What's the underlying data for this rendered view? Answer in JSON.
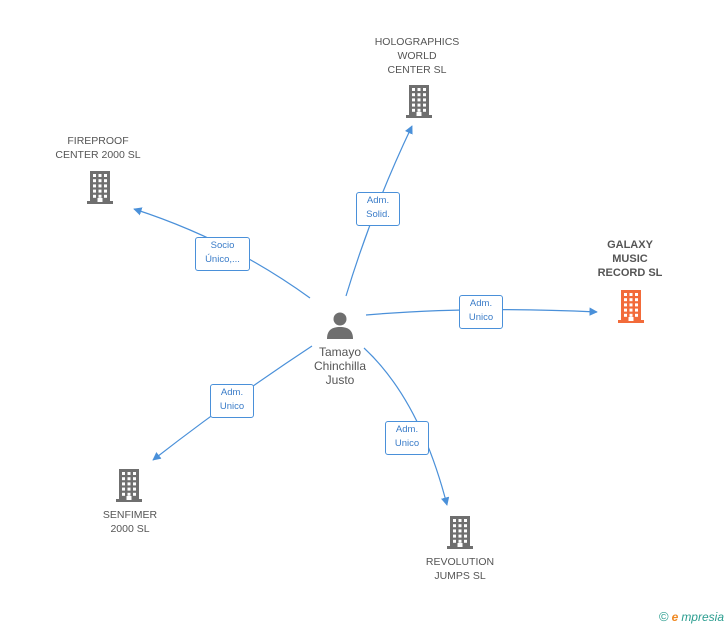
{
  "colors": {
    "edge": "#4a90d9",
    "building": "#6f6f6f",
    "building_focus": "#f26b3a",
    "person": "#6f6f6f",
    "badge_text": "#3a7cc8"
  },
  "person": {
    "label": "Tamayo\nChinchilla\nJusto",
    "icon": "person-icon"
  },
  "companies": [
    {
      "id": "holographics",
      "label": "HOLOGRAPHICS\nWORLD\nCENTER  SL",
      "icon": "building-icon",
      "focus": false
    },
    {
      "id": "fireproof",
      "label": "FIREPROOF\nCENTER 2000 SL",
      "icon": "building-icon",
      "focus": false
    },
    {
      "id": "galaxy",
      "label": "GALAXY\nMUSIC\nRECORD SL",
      "icon": "building-icon",
      "focus": true
    },
    {
      "id": "senfimer",
      "label": "SENFIMER\n2000  SL",
      "icon": "building-icon",
      "focus": false
    },
    {
      "id": "revolution",
      "label": "REVOLUTION\nJUMPS SL",
      "icon": "building-icon",
      "focus": false
    }
  ],
  "edges": [
    {
      "to": "holographics",
      "label": "Adm.\nSolid."
    },
    {
      "to": "fireproof",
      "label": "Socio\nÚnico,..."
    },
    {
      "to": "galaxy",
      "label": "Adm.\nUnico"
    },
    {
      "to": "senfimer",
      "label": "Adm.\nUnico"
    },
    {
      "to": "revolution",
      "label": "Adm.\nUnico"
    }
  ],
  "footer": {
    "copyright": "©",
    "brand_initial": "e",
    "brand_rest": "mpresia"
  }
}
